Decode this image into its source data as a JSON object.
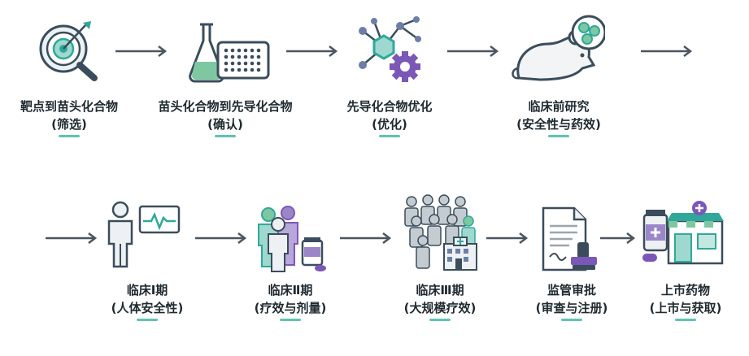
{
  "steps": [
    {
      "title": "靶点到苗头化合物",
      "sub": "(筛选)",
      "icon": "target-icon"
    },
    {
      "title": "苗头化合物到先导化合物",
      "sub": "(确认)",
      "icon": "flask-plate-icon"
    },
    {
      "title": "先导化合物优化",
      "sub": "(优化)",
      "icon": "molecule-gear-icon"
    },
    {
      "title": "临床前研究",
      "sub": "(安全性与药效)",
      "icon": "mouse-cells-icon"
    },
    {
      "title": "临床Ⅰ期",
      "sub": "(人体安全性)",
      "icon": "person-monitor-icon"
    },
    {
      "title": "临床Ⅱ期",
      "sub": "(疗效与剂量)",
      "icon": "people-medicine-icon"
    },
    {
      "title": "临床Ⅲ期",
      "sub": "(大规模疗效)",
      "icon": "crowd-hospital-icon"
    },
    {
      "title": "监管审批",
      "sub": "(审查与注册)",
      "icon": "document-stamp-icon"
    },
    {
      "title": "上市药物",
      "sub": "(上市与获取)",
      "icon": "pharmacy-icon"
    }
  ],
  "colors": {
    "teal": "#2fa89b",
    "purple": "#7b58b8",
    "navy": "#3b4d5c",
    "green": "#5fc3b4",
    "arrow": "#4a5560"
  }
}
